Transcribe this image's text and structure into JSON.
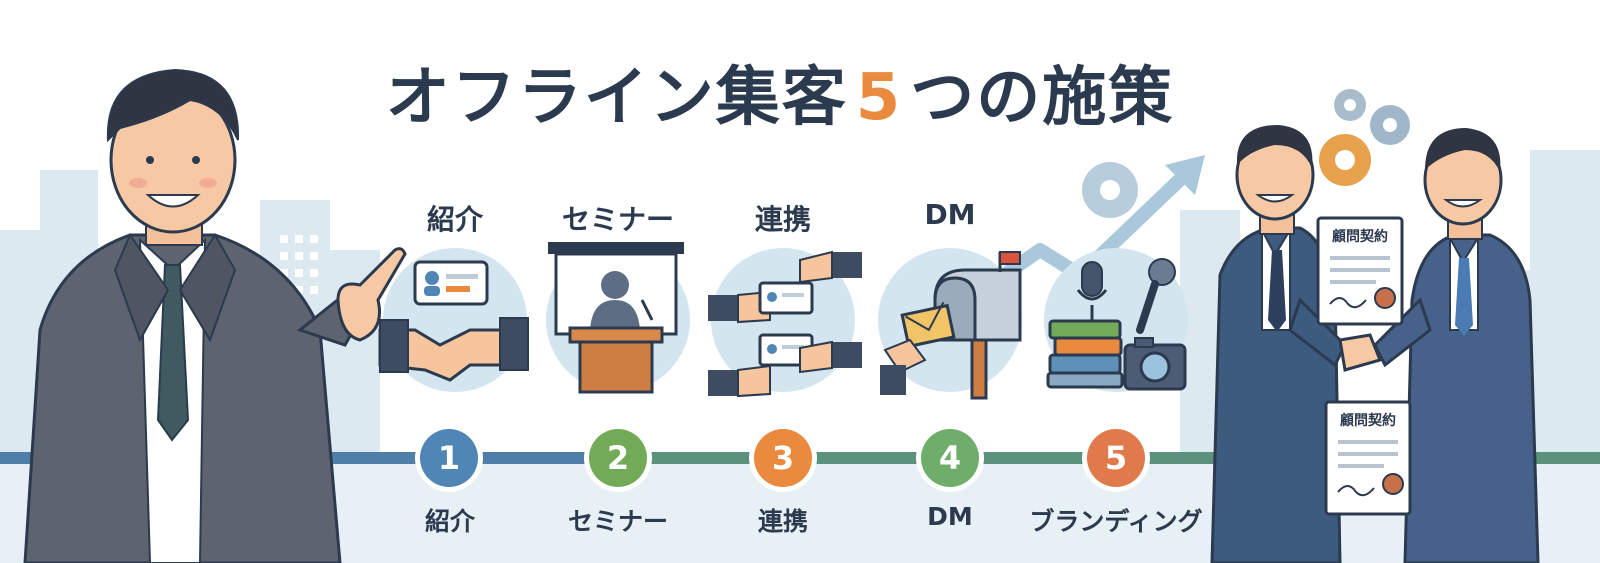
{
  "title": {
    "main": "オフライン集客",
    "number": "5",
    "suffix": "つの施策"
  },
  "columns": [
    {
      "label": "紹介",
      "icon": "handshake-icon"
    },
    {
      "label": "セミナー",
      "icon": "seminar-podium-icon"
    },
    {
      "label": "連携",
      "icon": "business-card-exchange-icon"
    },
    {
      "label": "DM",
      "icon": "mailbox-icon"
    },
    {
      "label": "",
      "icon": "books-camera-microphone-icon"
    }
  ],
  "steps": [
    {
      "number": "1",
      "label": "紹介",
      "color": "#4f86b5"
    },
    {
      "number": "2",
      "label": "セミナー",
      "color": "#72aa57"
    },
    {
      "number": "3",
      "label": "連携",
      "color": "#e98a3f"
    },
    {
      "number": "4",
      "label": "DM",
      "color": "#6fae6a"
    },
    {
      "number": "5",
      "label": "ブランディング",
      "color": "#e07a4c"
    }
  ],
  "contracts": [
    "顧問契約",
    "顧問契約"
  ],
  "colors": {
    "navy": "#2b3a4e",
    "accent_orange": "#e98a3f",
    "circle_bg": "#d3e5ee",
    "skyline": "#dce9f0",
    "timeline_blue": "#4f7ea8",
    "timeline_green": "#5e9a6e",
    "suit_gray": "#5d6470",
    "suit_navy": "#3d5a7f"
  }
}
